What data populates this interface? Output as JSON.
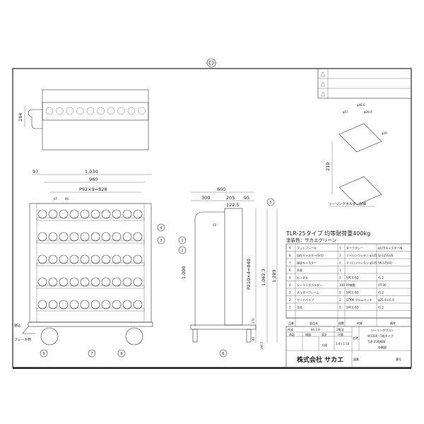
{
  "header": {
    "title": "TLR-25タイプ 均等耐荷重400kg",
    "paint": "塗装色：サカエグリーン"
  },
  "dims": {
    "top_height": "184",
    "overall_width": "1,030",
    "offset": "97",
    "inner_width": "960",
    "pitch": "P92×9=828",
    "d67": "67",
    "d46": "46",
    "depth": "600",
    "d300": "300",
    "d205": "205",
    "d95": "95",
    "d1225": "122.5",
    "d55": "55",
    "p21": "P210×4=840",
    "h1000": "1,000",
    "h1062": "1,062.3",
    "h1289": "1,289",
    "h170": "170",
    "h40": "40",
    "h167": "166.7",
    "detail_210": "210",
    "detail_d1": "φ46.6",
    "detail_d2": "φ57",
    "detail_d3": "φ29.4",
    "detail_d4": "φ20",
    "detail_label": "ツーリングホルダー詳細",
    "pedal_label1": "踏込",
    "pedal_label2": "ブレーキ時"
  },
  "callouts": [
    "1",
    "2",
    "3",
    "4",
    "5",
    "6",
    "7",
    "8",
    "9"
  ],
  "parts": [
    {
      "no": "9",
      "name": "フットブレーキ",
      "qty": "1",
      "material": "ダークグレー",
      "note": "φ125キャスター用"
    },
    {
      "no": "8",
      "name": "自在キャスター(S付)",
      "qty": "2",
      "material": "ナイロンウレタン φ125",
      "note": "SJ-125GUS"
    },
    {
      "no": "7",
      "name": "固定キャスター",
      "qty": "2",
      "material": "ナイロンウレタン φ125",
      "note": "SK-125GU"
    },
    {
      "no": "6",
      "name": "台車",
      "qty": "1",
      "material": "",
      "note": ""
    },
    {
      "no": "5",
      "name": "カンヌキ",
      "qty": "2",
      "material": "SPCC-SD",
      "note": "t1.2"
    },
    {
      "no": "4",
      "name": "ツーリングホルダー",
      "qty": "100",
      "material": "PP樹脂",
      "note": "UT-30"
    },
    {
      "no": "3",
      "name": "ホルダーフレーム",
      "qty": "5",
      "material": "SPCC-SD",
      "note": "t1.2"
    },
    {
      "no": "2",
      "name": "ガードパイプ",
      "qty": "2",
      "material": "STKM クロムメッキ",
      "note": "φ25.4×t1.6"
    },
    {
      "no": "1",
      "name": "支柱",
      "qty": "2",
      "material": "SPCC-SD",
      "note": "t1.2"
    }
  ],
  "table_header": {
    "no": "品番",
    "name": "部品名",
    "qty": "個数",
    "material": "材質",
    "note": "備考"
  },
  "title_block": {
    "made_label": "作成",
    "date": "84.2.8",
    "angle": "3角法",
    "h1": "承認",
    "h2": "検図",
    "h3": "設計",
    "h4": "尺度",
    "scale": "1:4 / 1:10",
    "size": "大組",
    "name_label": "名称",
    "name1": "ツーリングワゴン",
    "name2": "W1030・5段タイプ",
    "name3": "TLR-25EJKBK",
    "name4": "外観図",
    "company": "株式会社 サカエ",
    "drawing_no_label": "図番",
    "ref_label": "番号"
  }
}
